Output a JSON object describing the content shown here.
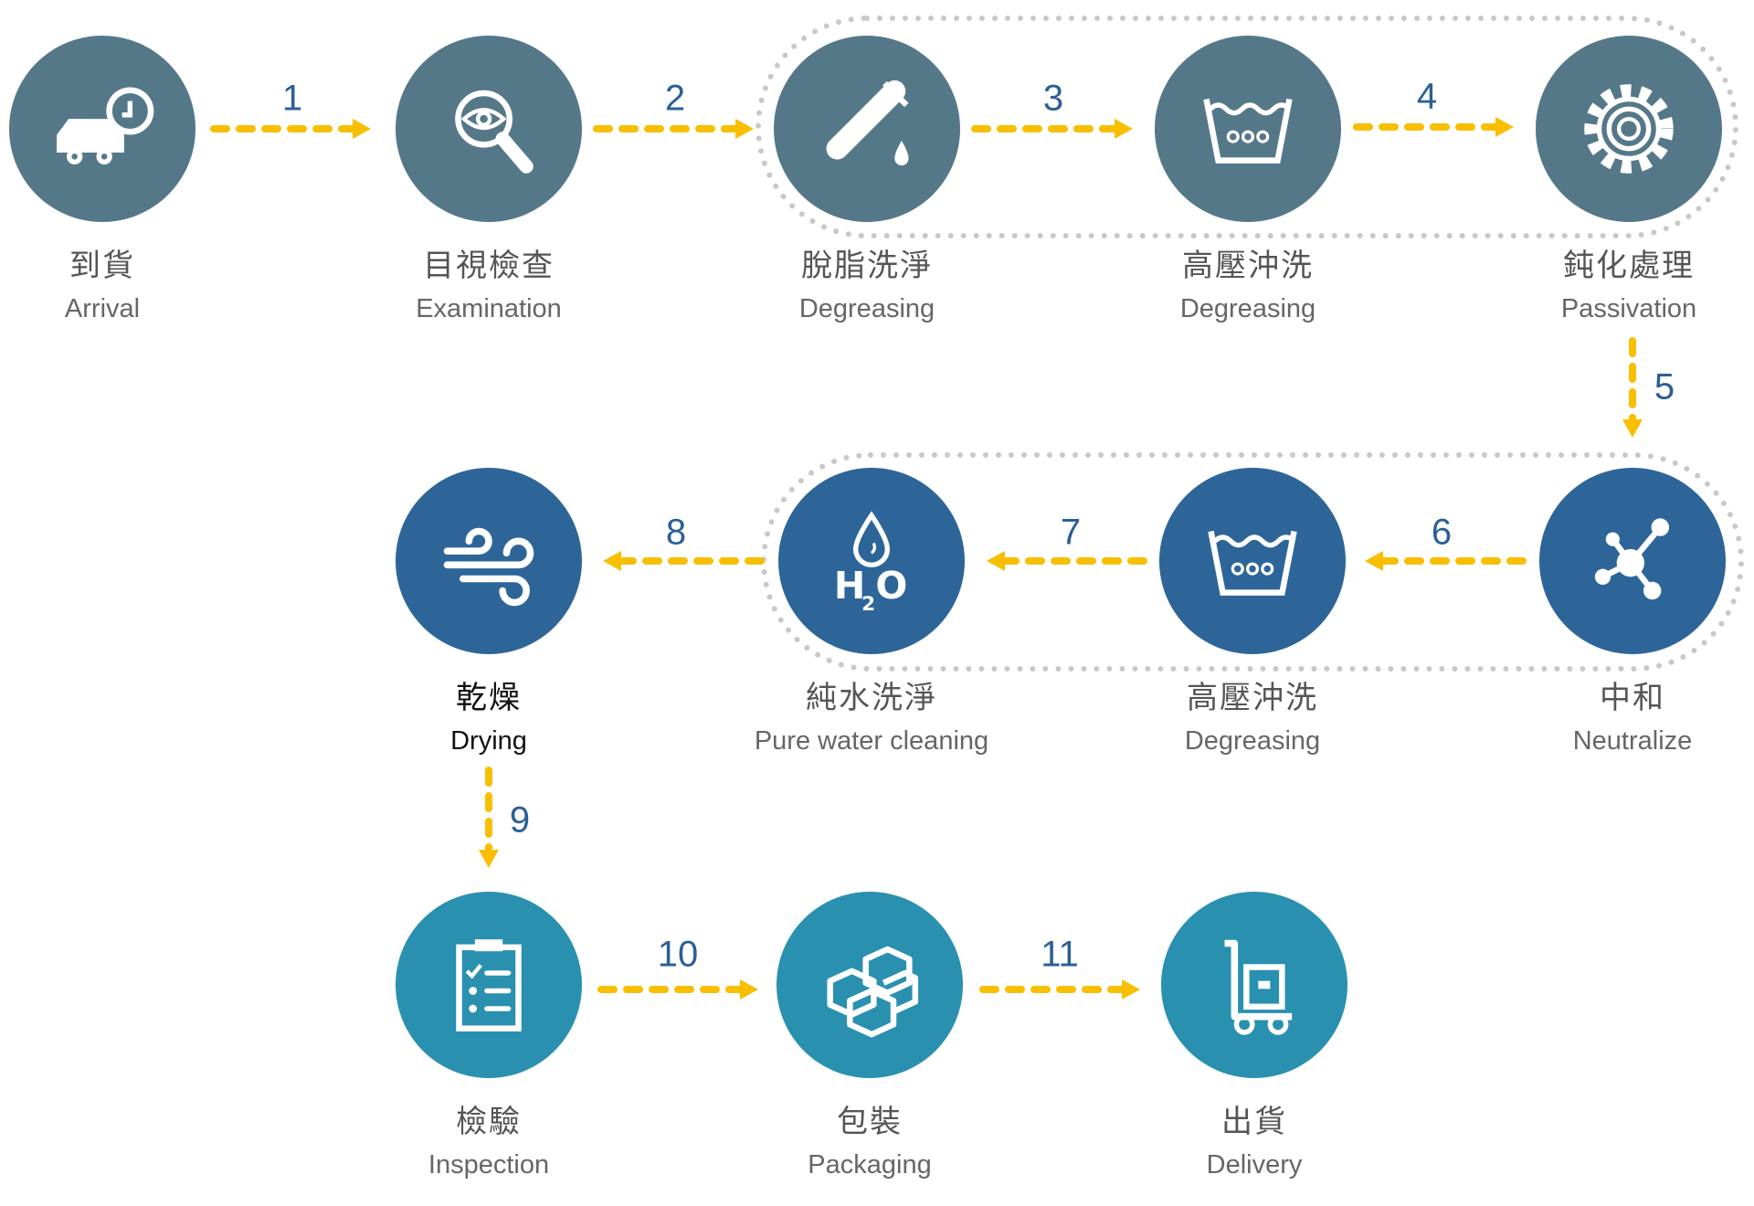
{
  "colors": {
    "row1": "#557889",
    "row2": "#2d6599",
    "row3": "#2990b0",
    "arrow": "#f8bf00",
    "number": "#2b5f98",
    "group_border": "#c8c8c8"
  },
  "steps": [
    {
      "cn": "到貨",
      "en": "Arrival",
      "icon": "truck-clock-icon"
    },
    {
      "cn": "目視檢查",
      "en": "Examination",
      "icon": "magnifier-eye-icon"
    },
    {
      "cn": "脫脂洗淨",
      "en": "Degreasing",
      "icon": "test-tube-icon"
    },
    {
      "cn": "高壓沖洗",
      "en": "Degreasing",
      "icon": "wash-basin-icon"
    },
    {
      "cn": "鈍化處理",
      "en": "Passivation",
      "icon": "gear-icon"
    },
    {
      "cn": "中和",
      "en": "Neutralize",
      "icon": "molecule-icon"
    },
    {
      "cn": "高壓沖洗",
      "en": "Degreasing",
      "icon": "wash-basin-icon"
    },
    {
      "cn": "純水洗淨",
      "en": "Pure water cleaning",
      "icon": "h2o-drop-icon"
    },
    {
      "cn": "乾燥",
      "en": "Drying",
      "icon": "wind-icon"
    },
    {
      "cn": "檢驗",
      "en": "Inspection",
      "icon": "clipboard-checklist-icon"
    },
    {
      "cn": "包裝",
      "en": "Packaging",
      "icon": "boxes-icon"
    },
    {
      "cn": "出貨",
      "en": "Delivery",
      "icon": "hand-truck-icon"
    }
  ],
  "arrows": [
    "1",
    "2",
    "3",
    "4",
    "5",
    "6",
    "7",
    "8",
    "9",
    "10",
    "11"
  ]
}
